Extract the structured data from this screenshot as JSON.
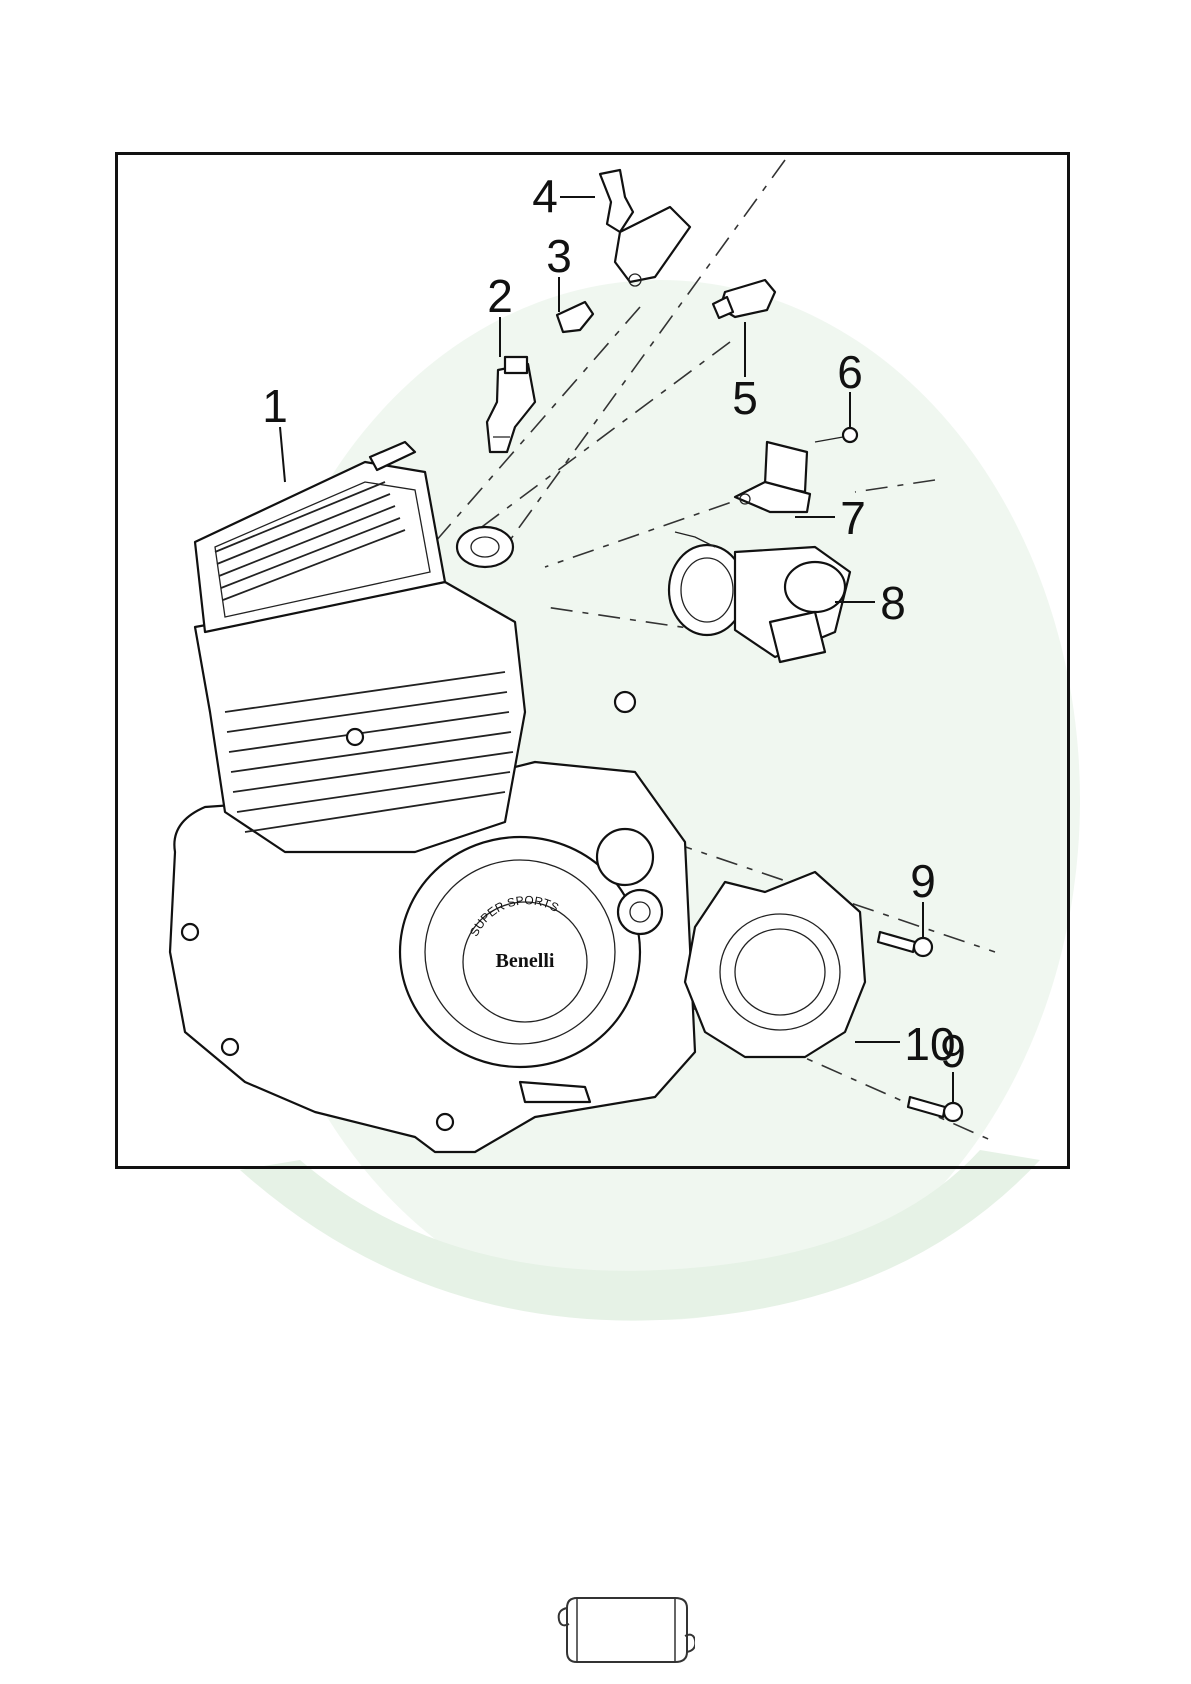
{
  "diagram": {
    "callouts": [
      {
        "id": "1",
        "label": "1"
      },
      {
        "id": "2",
        "label": "2"
      },
      {
        "id": "3",
        "label": "3"
      },
      {
        "id": "4",
        "label": "4"
      },
      {
        "id": "5",
        "label": "5"
      },
      {
        "id": "6",
        "label": "6"
      },
      {
        "id": "7",
        "label": "7"
      },
      {
        "id": "8",
        "label": "8"
      },
      {
        "id": "9a",
        "label": "9"
      },
      {
        "id": "10",
        "label": "10"
      },
      {
        "id": "9b",
        "label": "9"
      }
    ],
    "cover_logo": {
      "ring_top": "SUPER SPORTS",
      "brand": "Benelli"
    }
  },
  "page": {
    "number": ""
  },
  "colors": {
    "ink": "#111111",
    "watermark": "#eef6ee"
  }
}
